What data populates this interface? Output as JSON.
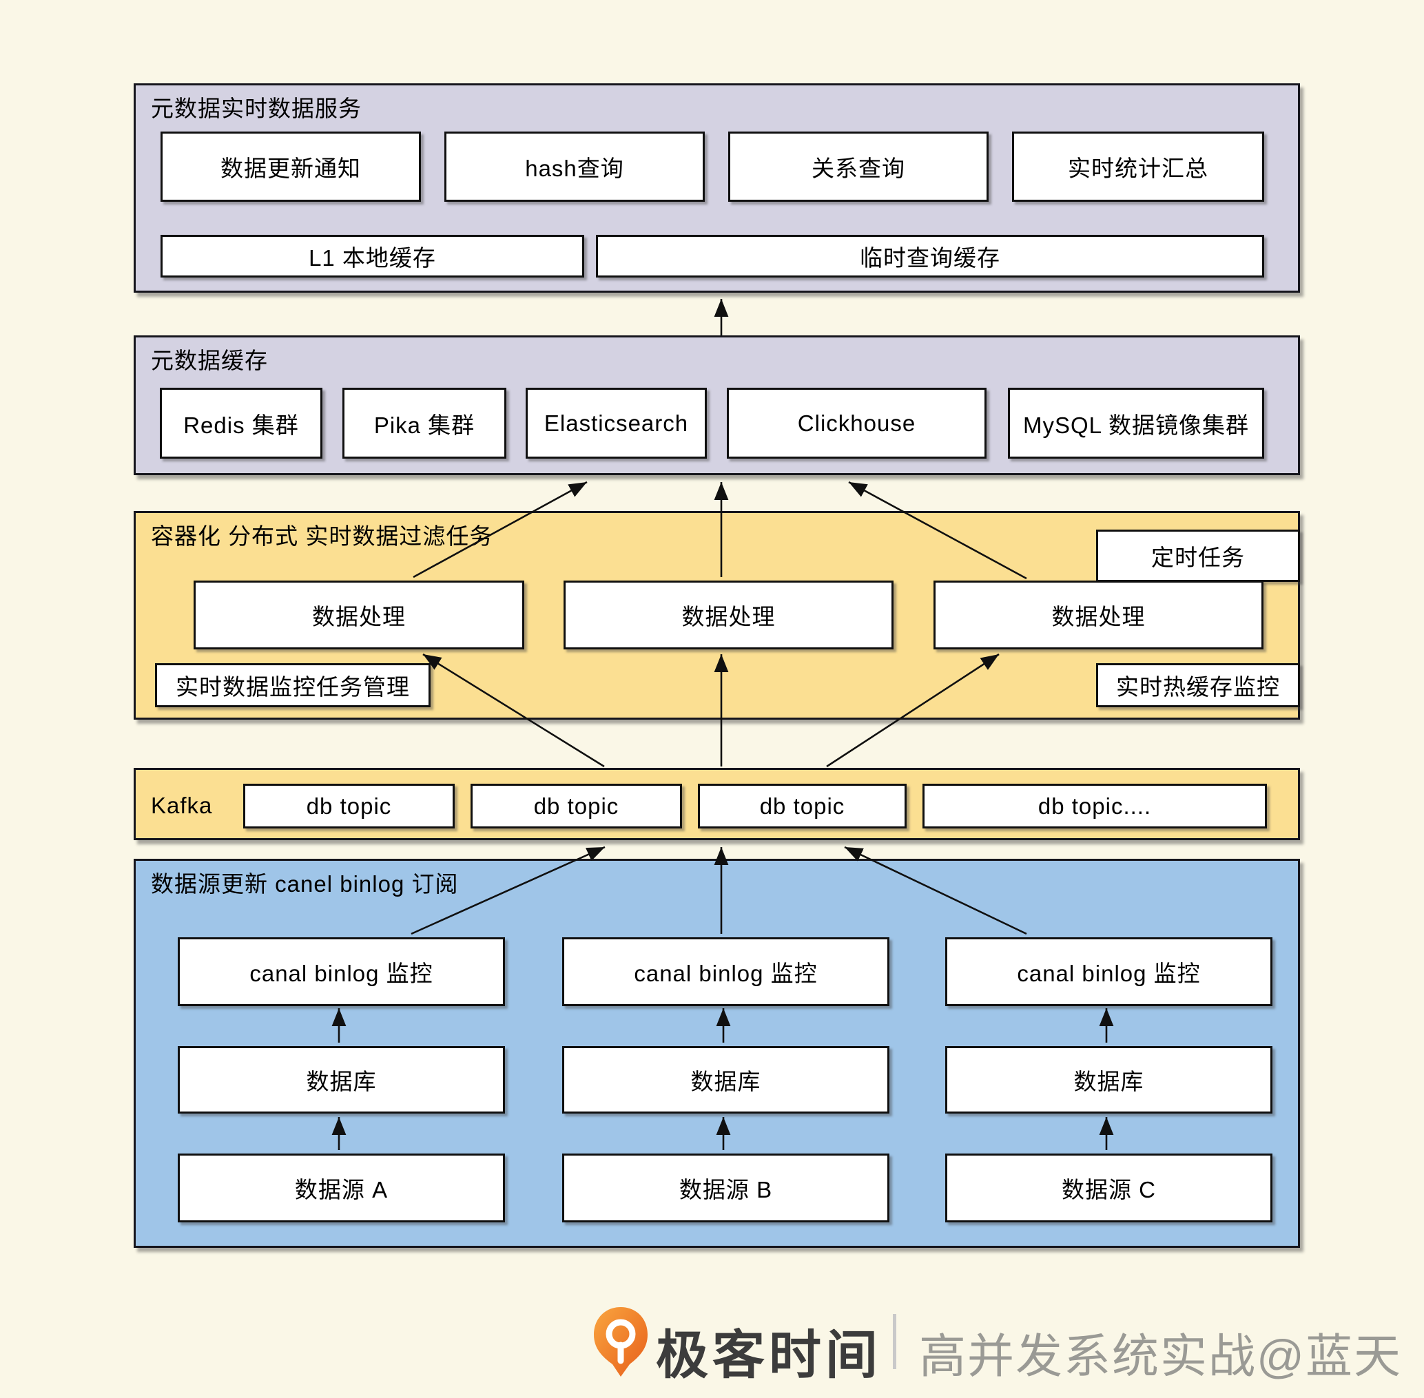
{
  "layers": {
    "service": {
      "title": "元数据实时数据服务",
      "update_notify": "数据更新通知",
      "hash_query": "hash查询",
      "relation_query": "关系查询",
      "realtime_stats": "实时统计汇总",
      "l1_cache": "L1 本地缓存",
      "temp_query_cache": "临时查询缓存"
    },
    "cache": {
      "title": "元数据缓存",
      "redis": "Redis 集群",
      "pika": "Pika 集群",
      "elasticsearch": "Elasticsearch",
      "clickhouse": "Clickhouse",
      "mysql_mirror": "MySQL 数据镜像集群"
    },
    "filter": {
      "title": "容器化 分布式 实时数据过滤任务",
      "cron": "定时任务",
      "proc_left": "数据处理",
      "proc_mid": "数据处理",
      "proc_right": "数据处理",
      "task_mgmt": "实时数据监控任务管理",
      "hot_cache_monitor": "实时热缓存监控"
    },
    "kafka": {
      "title": "Kafka",
      "topic1": "db topic",
      "topic2": "db topic",
      "topic3": "db topic",
      "topic4": "db topic...."
    },
    "source": {
      "title": "数据源更新 canel binlog 订阅",
      "canal_left": "canal binlog 监控",
      "canal_mid": "canal binlog 监控",
      "canal_right": "canal binlog 监控",
      "db_left": "数据库",
      "db_mid": "数据库",
      "db_right": "数据库",
      "src_a": "数据源 A",
      "src_b": "数据源 B",
      "src_c": "数据源 C"
    }
  },
  "footer": {
    "brand": "极客时间",
    "credit": "高并发系统实战@蓝天"
  },
  "colors": {
    "background": "#FAF7E7",
    "layer_purple": "#D4D2E2",
    "layer_yellow": "#FBDF92",
    "layer_blue": "#9FC5E8",
    "node_fill": "#FFFFFF",
    "line_black": "#101010",
    "logo_orange": "#EE7A1E",
    "brand_text": "#3C3C3C",
    "credit_text": "#9A9A95"
  }
}
